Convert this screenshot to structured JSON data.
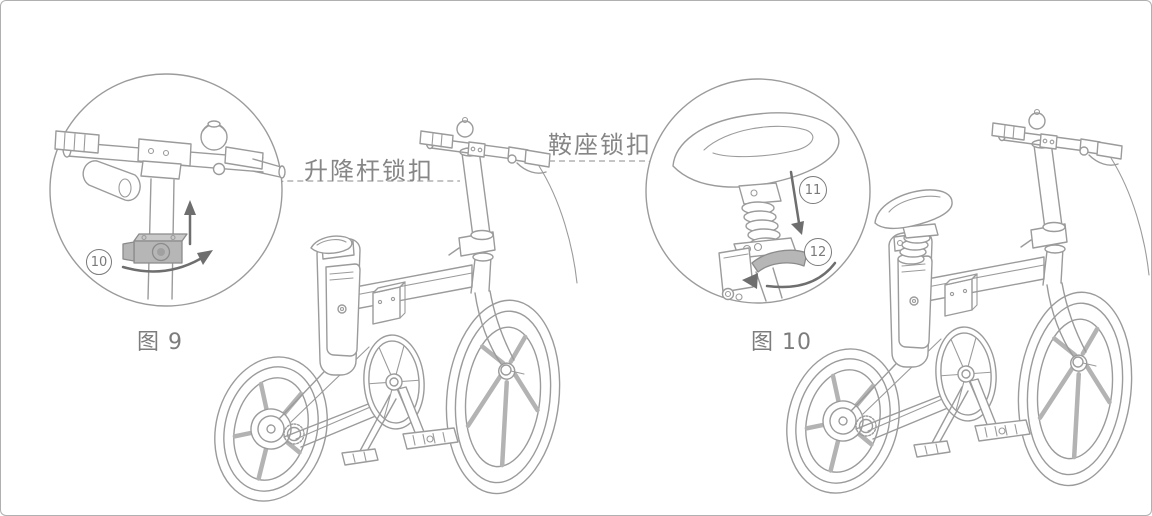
{
  "page": {
    "type": "assembly-manual-illustration",
    "subject": "folding-bicycle"
  },
  "figure9": {
    "caption": "图 9",
    "callout_label": "升降杆锁扣",
    "step": "10"
  },
  "figure10": {
    "caption": "图 10",
    "callout_label": "鞍座锁扣",
    "steps": [
      "11",
      "12"
    ]
  },
  "colors": {
    "line_art": "#9b9b9b",
    "label_text": "#868686",
    "caption_text": "#7d7d7d",
    "highlight_part": "#b6b6b6",
    "arrow": "#6e6e6e",
    "border": "#b0b0b0"
  }
}
